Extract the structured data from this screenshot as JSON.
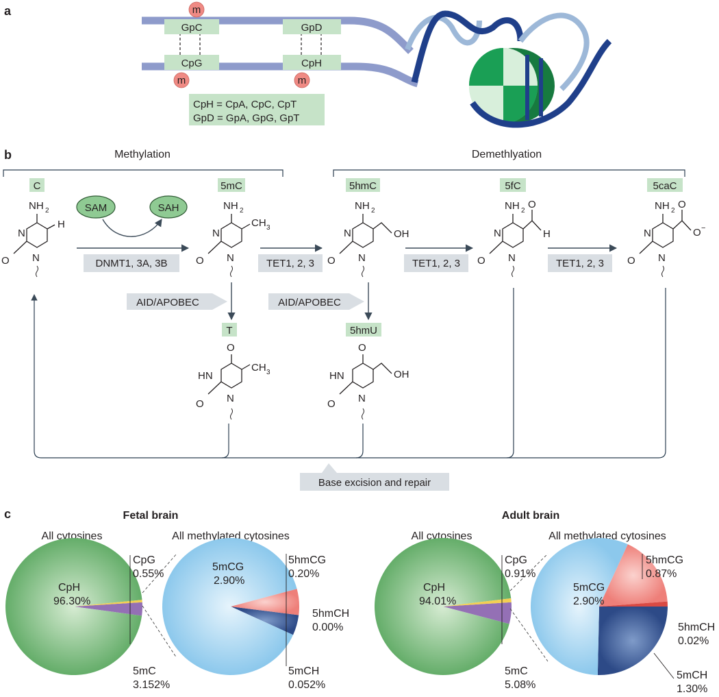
{
  "panels": {
    "a": "a",
    "b": "b",
    "c": "c"
  },
  "panel_a": {
    "top_strand": [
      "GpC",
      "GpD"
    ],
    "bottom_strand": [
      "CpG",
      "CpH"
    ],
    "methyl": "m",
    "legend_line1": "CpH = CpA, CpC, CpT",
    "legend_line2": "GpD = GpA, GpG, GpT"
  },
  "panel_b": {
    "methylation_header": "Methylation",
    "demethylation_header": "Demethlyation",
    "molecules": {
      "C": "C",
      "m5C": "5mC",
      "hmC": "5hmC",
      "fC": "5fC",
      "caC": "5caC",
      "T": "T",
      "hmU": "5hmU"
    },
    "sam": "SAM",
    "sah": "SAH",
    "enzymes": {
      "dnmt": "DNMT1, 3A, 3B",
      "tet1": "TET1, 2, 3",
      "tet2": "TET1, 2, 3",
      "tet3": "TET1, 2, 3",
      "aid1": "AID/APOBEC",
      "aid2": "AID/APOBEC"
    },
    "repair": "Base excision and repair",
    "atoms": {
      "NH2": "NH",
      "sub2": "2",
      "N": "N",
      "O": "O",
      "H": "H",
      "CH3": "CH",
      "sub3": "3",
      "OH": "OH",
      "HN": "HN",
      "Ominus": "O",
      "minus": "−"
    }
  },
  "panel_c": {
    "fetal": {
      "title": "Fetal brain",
      "all_label": "All cytosines",
      "meth_label": "All methylated cytosines",
      "cph_label": "CpH",
      "cph_value": "96.30%",
      "cpg_label": "CpG",
      "cpg_value": "0.55%",
      "mc_label": "5mC",
      "mc_value": "3.152%",
      "mcg_label": "5mCG",
      "mcg_value": "2.90%",
      "hmcg_label": "5hmCG",
      "hmcg_value": "0.20%",
      "hmch_label": "5hmCH",
      "hmch_value": "0.00%",
      "mch_label": "5mCH",
      "mch_value": "0.052%"
    },
    "adult": {
      "title": "Adult brain",
      "all_label": "All cytosines",
      "meth_label": "All methylated cytosines",
      "cph_label": "CpH",
      "cph_value": "94.01%",
      "cpg_label": "CpG",
      "cpg_value": "0.91%",
      "mc_label": "5mC",
      "mc_value": "5.08%",
      "mcg_label": "5mCG",
      "mcg_value": "2.90%",
      "hmcg_label": "5hmCG",
      "hmcg_value": "0.87%",
      "hmch_label": "5hmCH",
      "hmch_value": "0.02%",
      "mch_label": "5mCH",
      "mch_value": "1.30%"
    },
    "colors": {
      "cph": "#6fb06f",
      "cpg": "#f2c94c",
      "mc": "#8f6fb0",
      "mcg": "#9dd0ef",
      "hmcg": "#f08b86",
      "mch": "#2e4f8c"
    }
  }
}
